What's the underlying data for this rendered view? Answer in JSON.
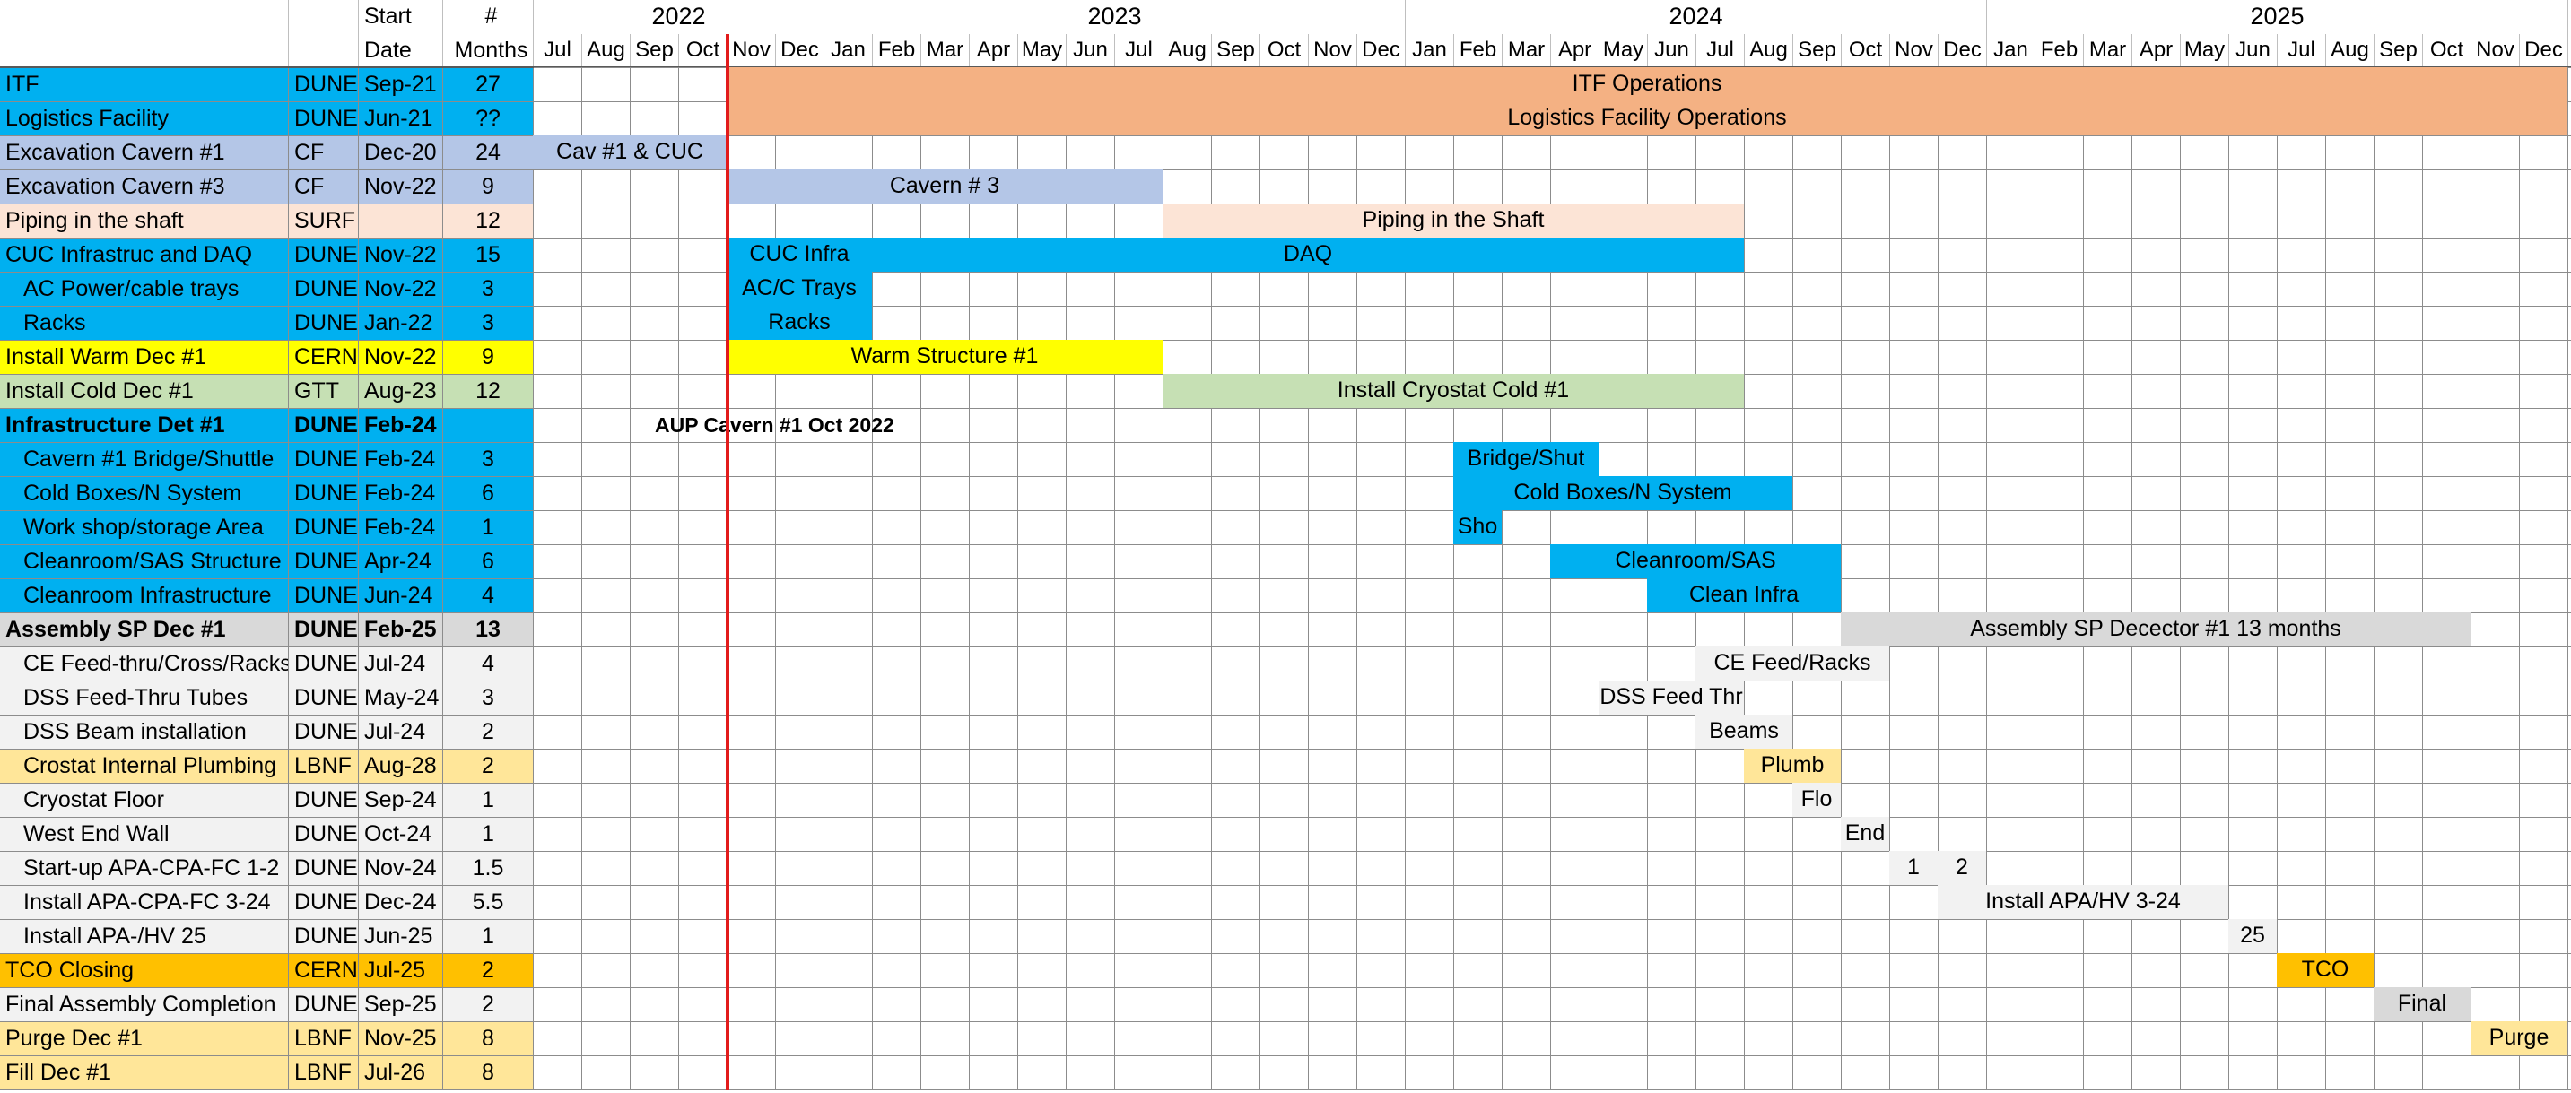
{
  "headers": {
    "start_top": "Start",
    "start_bottom": "Date",
    "months_top": "#",
    "months_bottom": "Months"
  },
  "years": [
    "2022",
    "2023",
    "2024",
    "2025"
  ],
  "months": [
    "Jul",
    "Aug",
    "Sep",
    "Oct",
    "Nov",
    "Dec",
    "Jan",
    "Feb",
    "Mar",
    "Apr",
    "May",
    "Jun",
    "Jul",
    "Aug",
    "Sep",
    "Oct",
    "Nov",
    "Dec",
    "Jan",
    "Feb",
    "Mar",
    "Apr",
    "May",
    "Jun",
    "Jul",
    "Aug",
    "Sep",
    "Oct",
    "Nov",
    "Dec",
    "Jan",
    "Feb",
    "Mar",
    "Apr",
    "May",
    "Jun",
    "Jul",
    "Aug",
    "Sep",
    "Oct",
    "Nov",
    "Dec"
  ],
  "annotation": "AUP Cavern #1 Oct 2022",
  "today_marker_after": "Oct 2022",
  "colors": {
    "operations": "#f4b183",
    "dune": "#00b0f0",
    "cavern": "#b4c6e7",
    "surf": "#fce4d6",
    "cern_warm": "#ffff00",
    "gtt": "#c6e0b4",
    "assembly": "#d9d9d9",
    "subtask": "#f2f2f2",
    "lbnf": "#ffe699",
    "tco": "#ffc000",
    "today_line": "#e21b1b"
  },
  "rows": [
    {
      "task": "ITF",
      "org": "DUNE",
      "start": "Sep-21",
      "months": "27",
      "style": "dune",
      "indent": false,
      "bold": false,
      "bars": [
        {
          "label": "ITF Operations",
          "from": "Nov 2022",
          "to": "Dec 2025",
          "color": "operations"
        }
      ]
    },
    {
      "task": "Logistics Facility",
      "org": "DUNE",
      "start": "Jun-21",
      "months": "??",
      "style": "dune",
      "indent": false,
      "bold": false,
      "bars": [
        {
          "label": "Logistics Facility Operations",
          "from": "Nov 2022",
          "to": "Dec 2025",
          "color": "operations"
        }
      ]
    },
    {
      "task": "Excavation Cavern #1",
      "org": "CF",
      "start": "Dec-20",
      "months": "24",
      "style": "cavern",
      "indent": false,
      "bold": false,
      "bars": [
        {
          "label": "Cav #1 & CUC",
          "from": "Jul 2022",
          "to": "Oct 2022",
          "color": "cavern"
        }
      ]
    },
    {
      "task": "Excavation Cavern #3",
      "org": "CF",
      "start": "Nov-22",
      "months": "9",
      "style": "cavern",
      "indent": false,
      "bold": false,
      "bars": [
        {
          "label": "Cavern # 3",
          "from": "Nov 2022",
          "to": "Jul 2023",
          "color": "cavern"
        }
      ]
    },
    {
      "task": "Piping in the shaft",
      "org": "SURF",
      "start": "",
      "months": "12",
      "style": "surf",
      "indent": false,
      "bold": false,
      "bars": [
        {
          "label": "Piping in the Shaft",
          "from": "Aug 2023",
          "to": "Jul 2024",
          "color": "surf"
        }
      ]
    },
    {
      "task": "CUC Infrastruc and DAQ",
      "org": "DUNE",
      "start": "Nov-22",
      "months": "15",
      "style": "dune",
      "indent": false,
      "bold": false,
      "bars": [
        {
          "label": "CUC Infra",
          "from": "Nov 2022",
          "to": "Jan 2023",
          "color": "dune"
        },
        {
          "label": "DAQ",
          "from": "Feb 2023",
          "to": "Jul 2024",
          "color": "dune"
        }
      ]
    },
    {
      "task": "AC Power/cable trays",
      "org": "DUNE",
      "start": "Nov-22",
      "months": "3",
      "style": "dune",
      "indent": true,
      "bold": false,
      "bars": [
        {
          "label": "AC/C Trays",
          "from": "Nov 2022",
          "to": "Jan 2023",
          "color": "dune"
        }
      ]
    },
    {
      "task": "Racks",
      "org": "DUNE",
      "start": "Jan-22",
      "months": "3",
      "style": "dune",
      "indent": true,
      "bold": false,
      "bars": [
        {
          "label": "Racks",
          "from": "Nov 2022",
          "to": "Jan 2023",
          "color": "dune"
        }
      ]
    },
    {
      "task": "Install Warm Dec #1",
      "org": "CERN",
      "start": "Nov-22",
      "months": "9",
      "style": "cern_warm",
      "indent": false,
      "bold": false,
      "bars": [
        {
          "label": "Warm Structure #1",
          "from": "Nov 2022",
          "to": "Jul 2023",
          "color": "cern_warm"
        }
      ]
    },
    {
      "task": "Install Cold Dec #1",
      "org": "GTT",
      "start": "Aug-23",
      "months": "12",
      "style": "gtt",
      "indent": false,
      "bold": false,
      "bars": [
        {
          "label": "Install Cryostat Cold #1",
          "from": "Aug 2023",
          "to": "Jul 2024",
          "color": "gtt"
        }
      ]
    },
    {
      "task": "Infrastructure Det #1",
      "org": "DUNE",
      "start": "Feb-24",
      "months": "",
      "style": "dune",
      "indent": false,
      "bold": true,
      "bars": []
    },
    {
      "task": "Cavern #1 Bridge/Shuttle",
      "org": "DUNE",
      "start": "Feb-24",
      "months": "3",
      "style": "dune",
      "indent": true,
      "bold": false,
      "bars": [
        {
          "label": "Bridge/Shut",
          "from": "Feb 2024",
          "to": "Apr 2024",
          "color": "dune"
        }
      ]
    },
    {
      "task": "Cold Boxes/N System",
      "org": "DUNE",
      "start": "Feb-24",
      "months": "6",
      "style": "dune",
      "indent": true,
      "bold": false,
      "bars": [
        {
          "label": "Cold Boxes/N System",
          "from": "Feb 2024",
          "to": "Aug 2024",
          "color": "dune"
        }
      ]
    },
    {
      "task": "Work shop/storage Area",
      "org": "DUNE",
      "start": "Feb-24",
      "months": "1",
      "style": "dune",
      "indent": true,
      "bold": false,
      "bars": [
        {
          "label": "Sho",
          "from": "Feb 2024",
          "to": "Feb 2024",
          "color": "dune"
        }
      ]
    },
    {
      "task": "Cleanroom/SAS Structure",
      "org": "DUNE",
      "start": "Apr-24",
      "months": "6",
      "style": "dune",
      "indent": true,
      "bold": false,
      "bars": [
        {
          "label": "Cleanroom/SAS",
          "from": "Apr 2024",
          "to": "Sep 2024",
          "color": "dune"
        }
      ]
    },
    {
      "task": "Cleanroom Infrastructure",
      "org": "DUNE",
      "start": "Jun-24",
      "months": "4",
      "style": "dune",
      "indent": true,
      "bold": false,
      "bars": [
        {
          "label": "Clean Infra",
          "from": "Jun 2024",
          "to": "Sep 2024",
          "color": "dune"
        }
      ]
    },
    {
      "task": "Assembly SP Dec #1",
      "org": "DUNE",
      "start": "Feb-25",
      "months": "13",
      "style": "assembly",
      "indent": false,
      "bold": true,
      "bars": [
        {
          "label": "Assembly SP Decector #1  13 months",
          "from": "Oct 2024",
          "to": "Oct 2025",
          "color": "assembly"
        }
      ]
    },
    {
      "task": "CE Feed-thru/Cross/Racks",
      "org": "DUNE",
      "start": "Jul-24",
      "months": "4",
      "style": "subtask",
      "indent": true,
      "bold": false,
      "bars": [
        {
          "label": "CE Feed/Racks",
          "from": "Jul 2024",
          "to": "Oct 2024",
          "color": "subtask"
        }
      ]
    },
    {
      "task": "DSS Feed-Thru Tubes",
      "org": "DUNE",
      "start": "May-24",
      "months": "3",
      "style": "subtask",
      "indent": true,
      "bold": false,
      "bars": [
        {
          "label": "DSS Feed Thr",
          "from": "May 2024",
          "to": "Jul 2024",
          "color": "subtask"
        }
      ]
    },
    {
      "task": "DSS Beam installation",
      "org": "DUNE",
      "start": "Jul-24",
      "months": "2",
      "style": "subtask",
      "indent": true,
      "bold": false,
      "bars": [
        {
          "label": "Beams",
          "from": "Jul 2024",
          "to": "Aug 2024",
          "color": "subtask"
        }
      ]
    },
    {
      "task": "Crostat Internal Plumbing",
      "org": "LBNF",
      "start": "Aug-28",
      "months": "2",
      "style": "lbnf",
      "indent": true,
      "bold": false,
      "bars": [
        {
          "label": "Plumb",
          "from": "Aug 2024",
          "to": "Sep 2024",
          "color": "lbnf"
        }
      ]
    },
    {
      "task": "Cryostat Floor",
      "org": "DUNE",
      "start": "Sep-24",
      "months": "1",
      "style": "subtask",
      "indent": true,
      "bold": false,
      "bars": [
        {
          "label": "Flo",
          "from": "Sep 2024",
          "to": "Sep 2024",
          "color": "subtask"
        }
      ]
    },
    {
      "task": "West End Wall",
      "org": "DUNE",
      "start": "Oct-24",
      "months": "1",
      "style": "subtask",
      "indent": true,
      "bold": false,
      "bars": [
        {
          "label": "End",
          "from": "Oct 2024",
          "to": "Oct 2024",
          "color": "subtask"
        }
      ]
    },
    {
      "task": "Start-up APA-CPA-FC 1-2",
      "org": "DUNE",
      "start": "Nov-24",
      "months": "1.5",
      "style": "subtask",
      "indent": true,
      "bold": false,
      "bars": [
        {
          "label": "1",
          "from": "Nov 2024",
          "to": "Nov 2024",
          "color": "subtask"
        },
        {
          "label": "2",
          "from": "Dec 2024",
          "to": "Dec 2024",
          "color": "subtask"
        }
      ]
    },
    {
      "task": "Install APA-CPA-FC 3-24",
      "org": "DUNE",
      "start": "Dec-24",
      "months": "5.5",
      "style": "subtask",
      "indent": true,
      "bold": false,
      "bars": [
        {
          "label": "Install APA/HV 3-24",
          "from": "Dec 2024",
          "to": "May 2025",
          "color": "subtask"
        }
      ]
    },
    {
      "task": "Install APA-/HV 25",
      "org": "DUNE",
      "start": "Jun-25",
      "months": "1",
      "style": "subtask",
      "indent": true,
      "bold": false,
      "bars": [
        {
          "label": "25",
          "from": "Jun 2025",
          "to": "Jun 2025",
          "color": "subtask"
        }
      ]
    },
    {
      "task": "TCO Closing",
      "org": "CERN",
      "start": "Jul-25",
      "months": "2",
      "style": "tco",
      "indent": false,
      "bold": false,
      "bars": [
        {
          "label": "TCO",
          "from": "Jul 2025",
          "to": "Aug 2025",
          "color": "tco"
        }
      ]
    },
    {
      "task": "Final Assembly Completion",
      "org": "DUNE",
      "start": "Sep-25",
      "months": "2",
      "style": "subtask",
      "indent": false,
      "bold": false,
      "bars": [
        {
          "label": "Final",
          "from": "Sep 2025",
          "to": "Oct 2025",
          "color": "assembly"
        }
      ]
    },
    {
      "task": "Purge Dec #1",
      "org": "LBNF",
      "start": "Nov-25",
      "months": "8",
      "style": "lbnf",
      "indent": false,
      "bold": false,
      "bars": [
        {
          "label": "Purge",
          "from": "Nov 2025",
          "to": "Dec 2025",
          "color": "lbnf"
        }
      ]
    },
    {
      "task": "Fill Dec #1",
      "org": "LBNF",
      "start": "Jul-26",
      "months": "8",
      "style": "lbnf",
      "indent": false,
      "bold": false,
      "bars": []
    }
  ]
}
